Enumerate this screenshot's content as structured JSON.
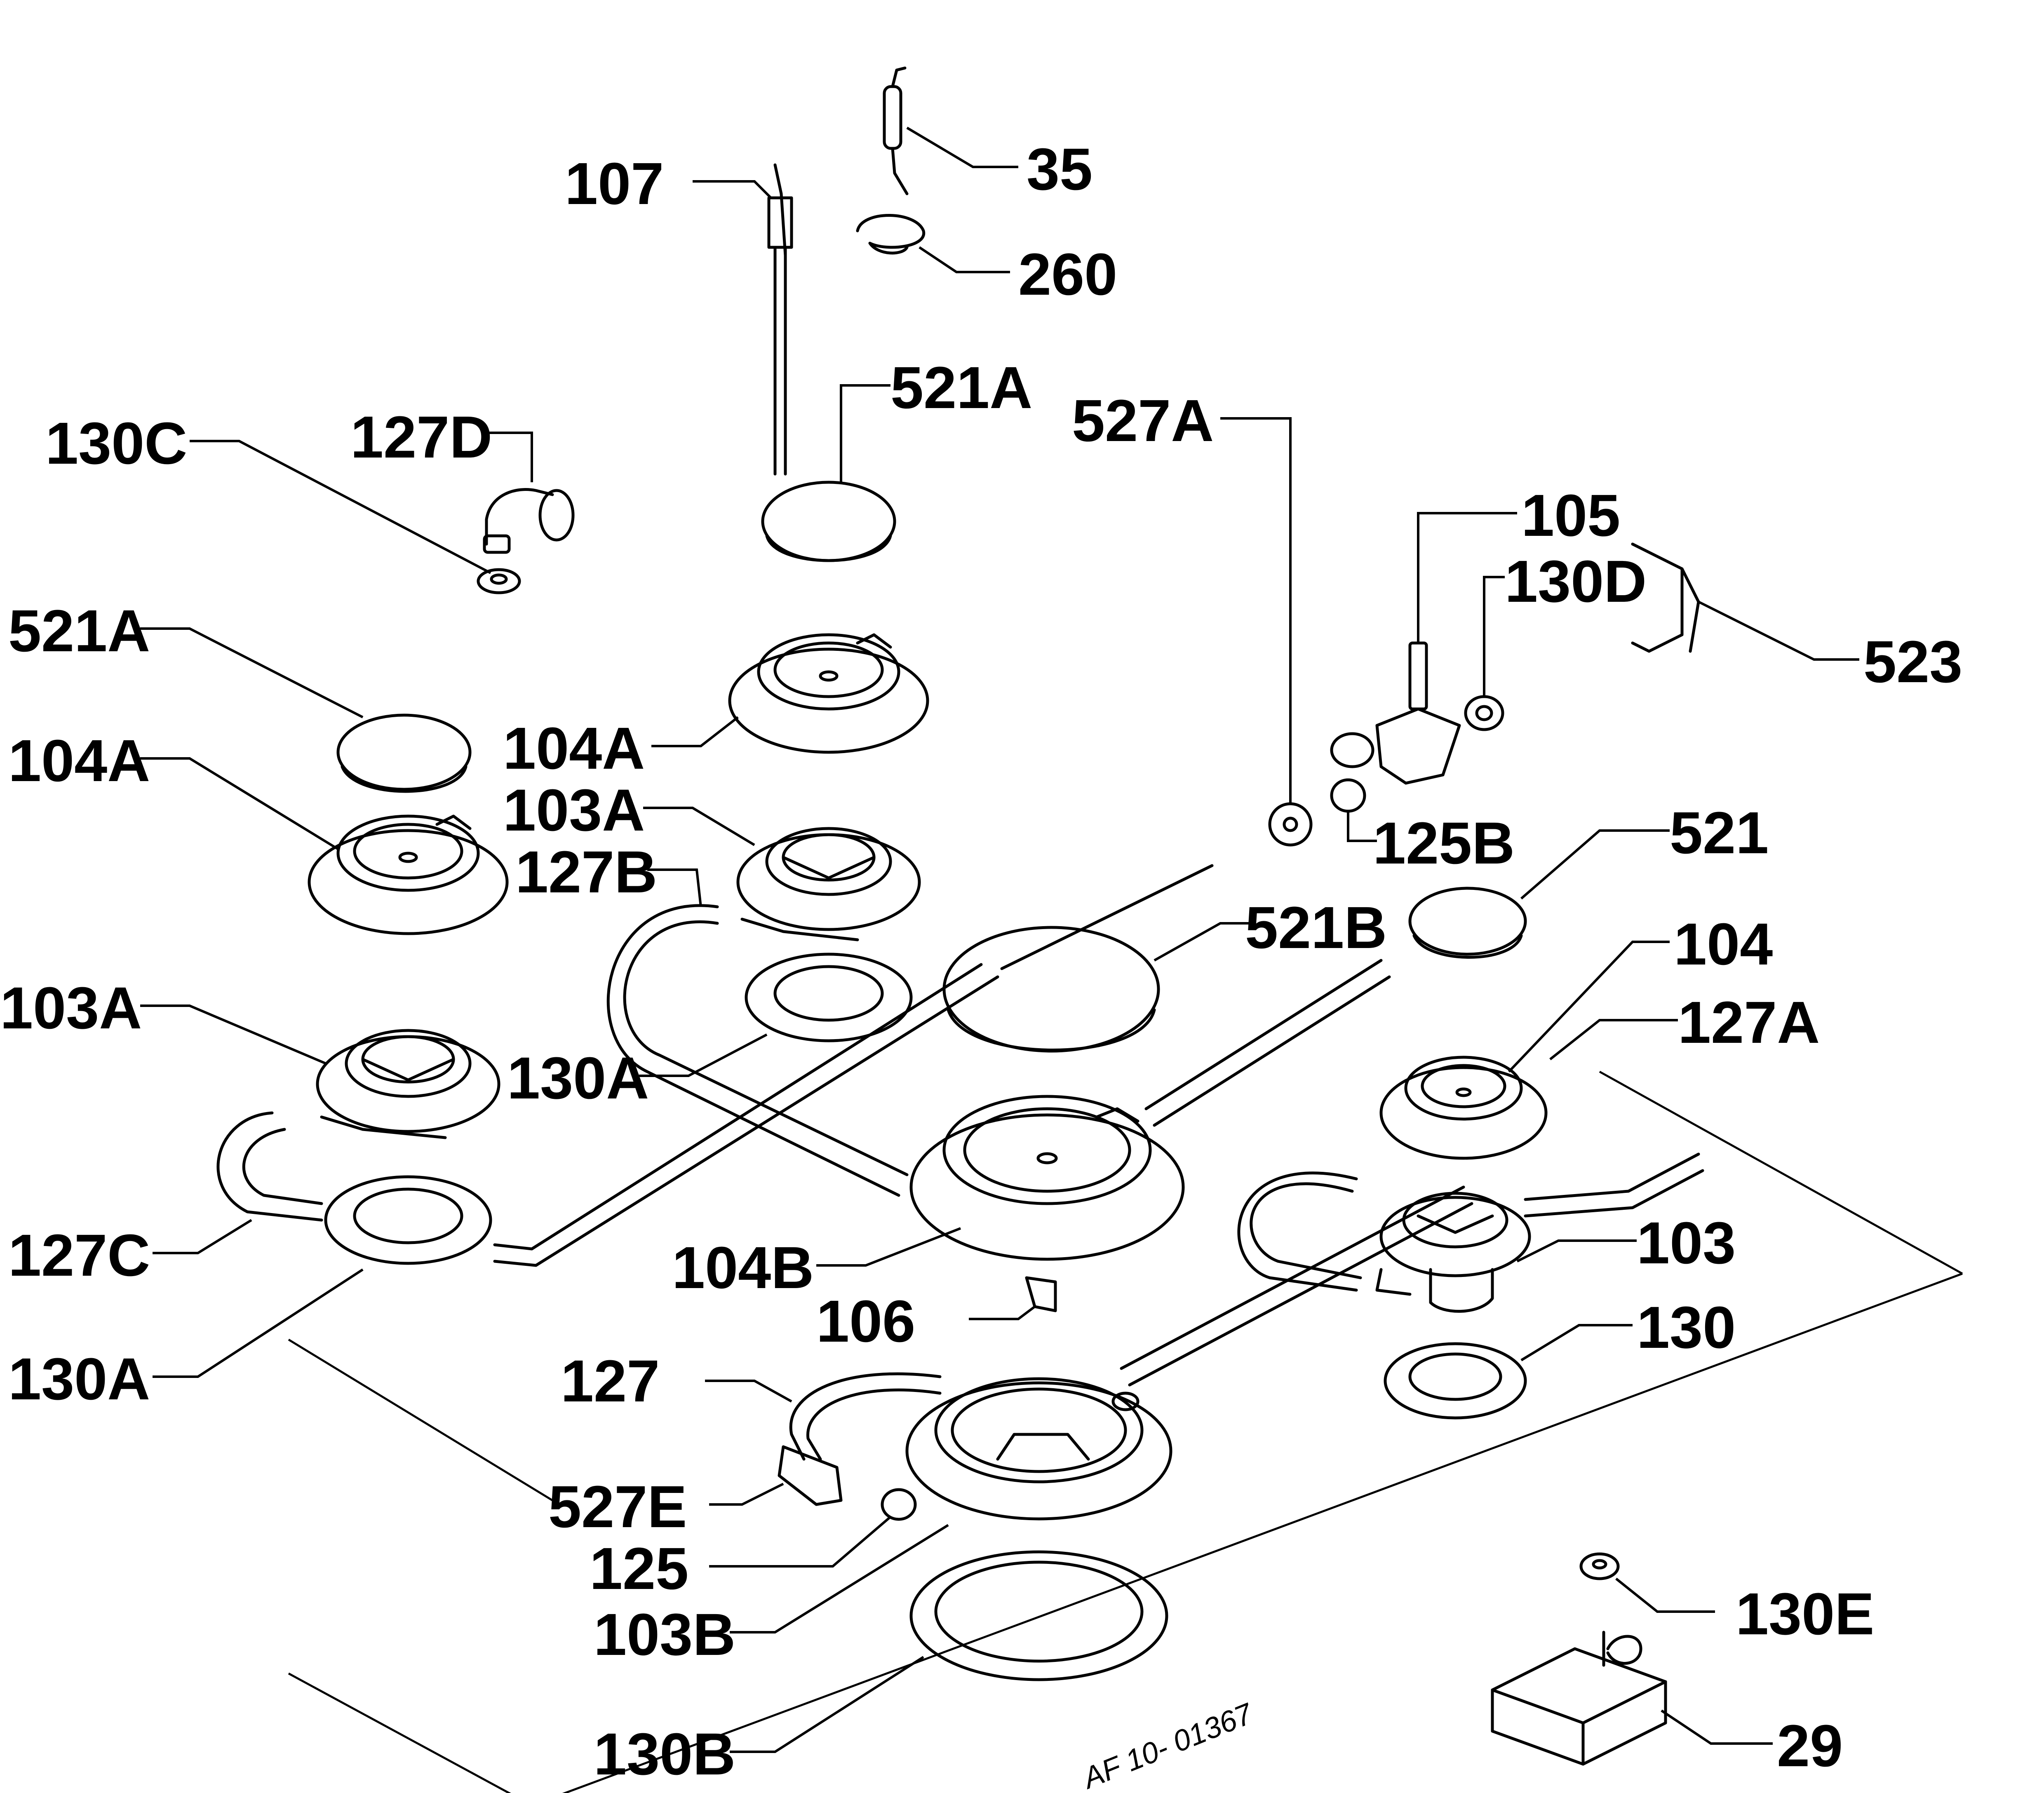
{
  "figure_code": "AF 10- 01367",
  "labels": {
    "l35": "35",
    "l107": "107",
    "l260": "260",
    "l521A_top": "521A",
    "l527A": "527A",
    "l130C": "130C",
    "l127D": "127D",
    "l105": "105",
    "l130D": "130D",
    "l523": "523",
    "l521A_left": "521A",
    "l104A_center": "104A",
    "l104A_left": "104A",
    "l103A_center": "103A",
    "l127B": "127B",
    "l125B": "125B",
    "l521": "521",
    "l521B": "521B",
    "l104": "104",
    "l127A": "127A",
    "l103A_left": "103A",
    "l130A_center": "130A",
    "l127C": "127C",
    "l104B": "104B",
    "l103": "103",
    "l106": "106",
    "l130": "130",
    "l130A_left": "130A",
    "l127": "127",
    "l527E": "527E",
    "l125": "125",
    "l103B": "103B",
    "l130E": "130E",
    "l130B": "130B",
    "l29": "29"
  }
}
